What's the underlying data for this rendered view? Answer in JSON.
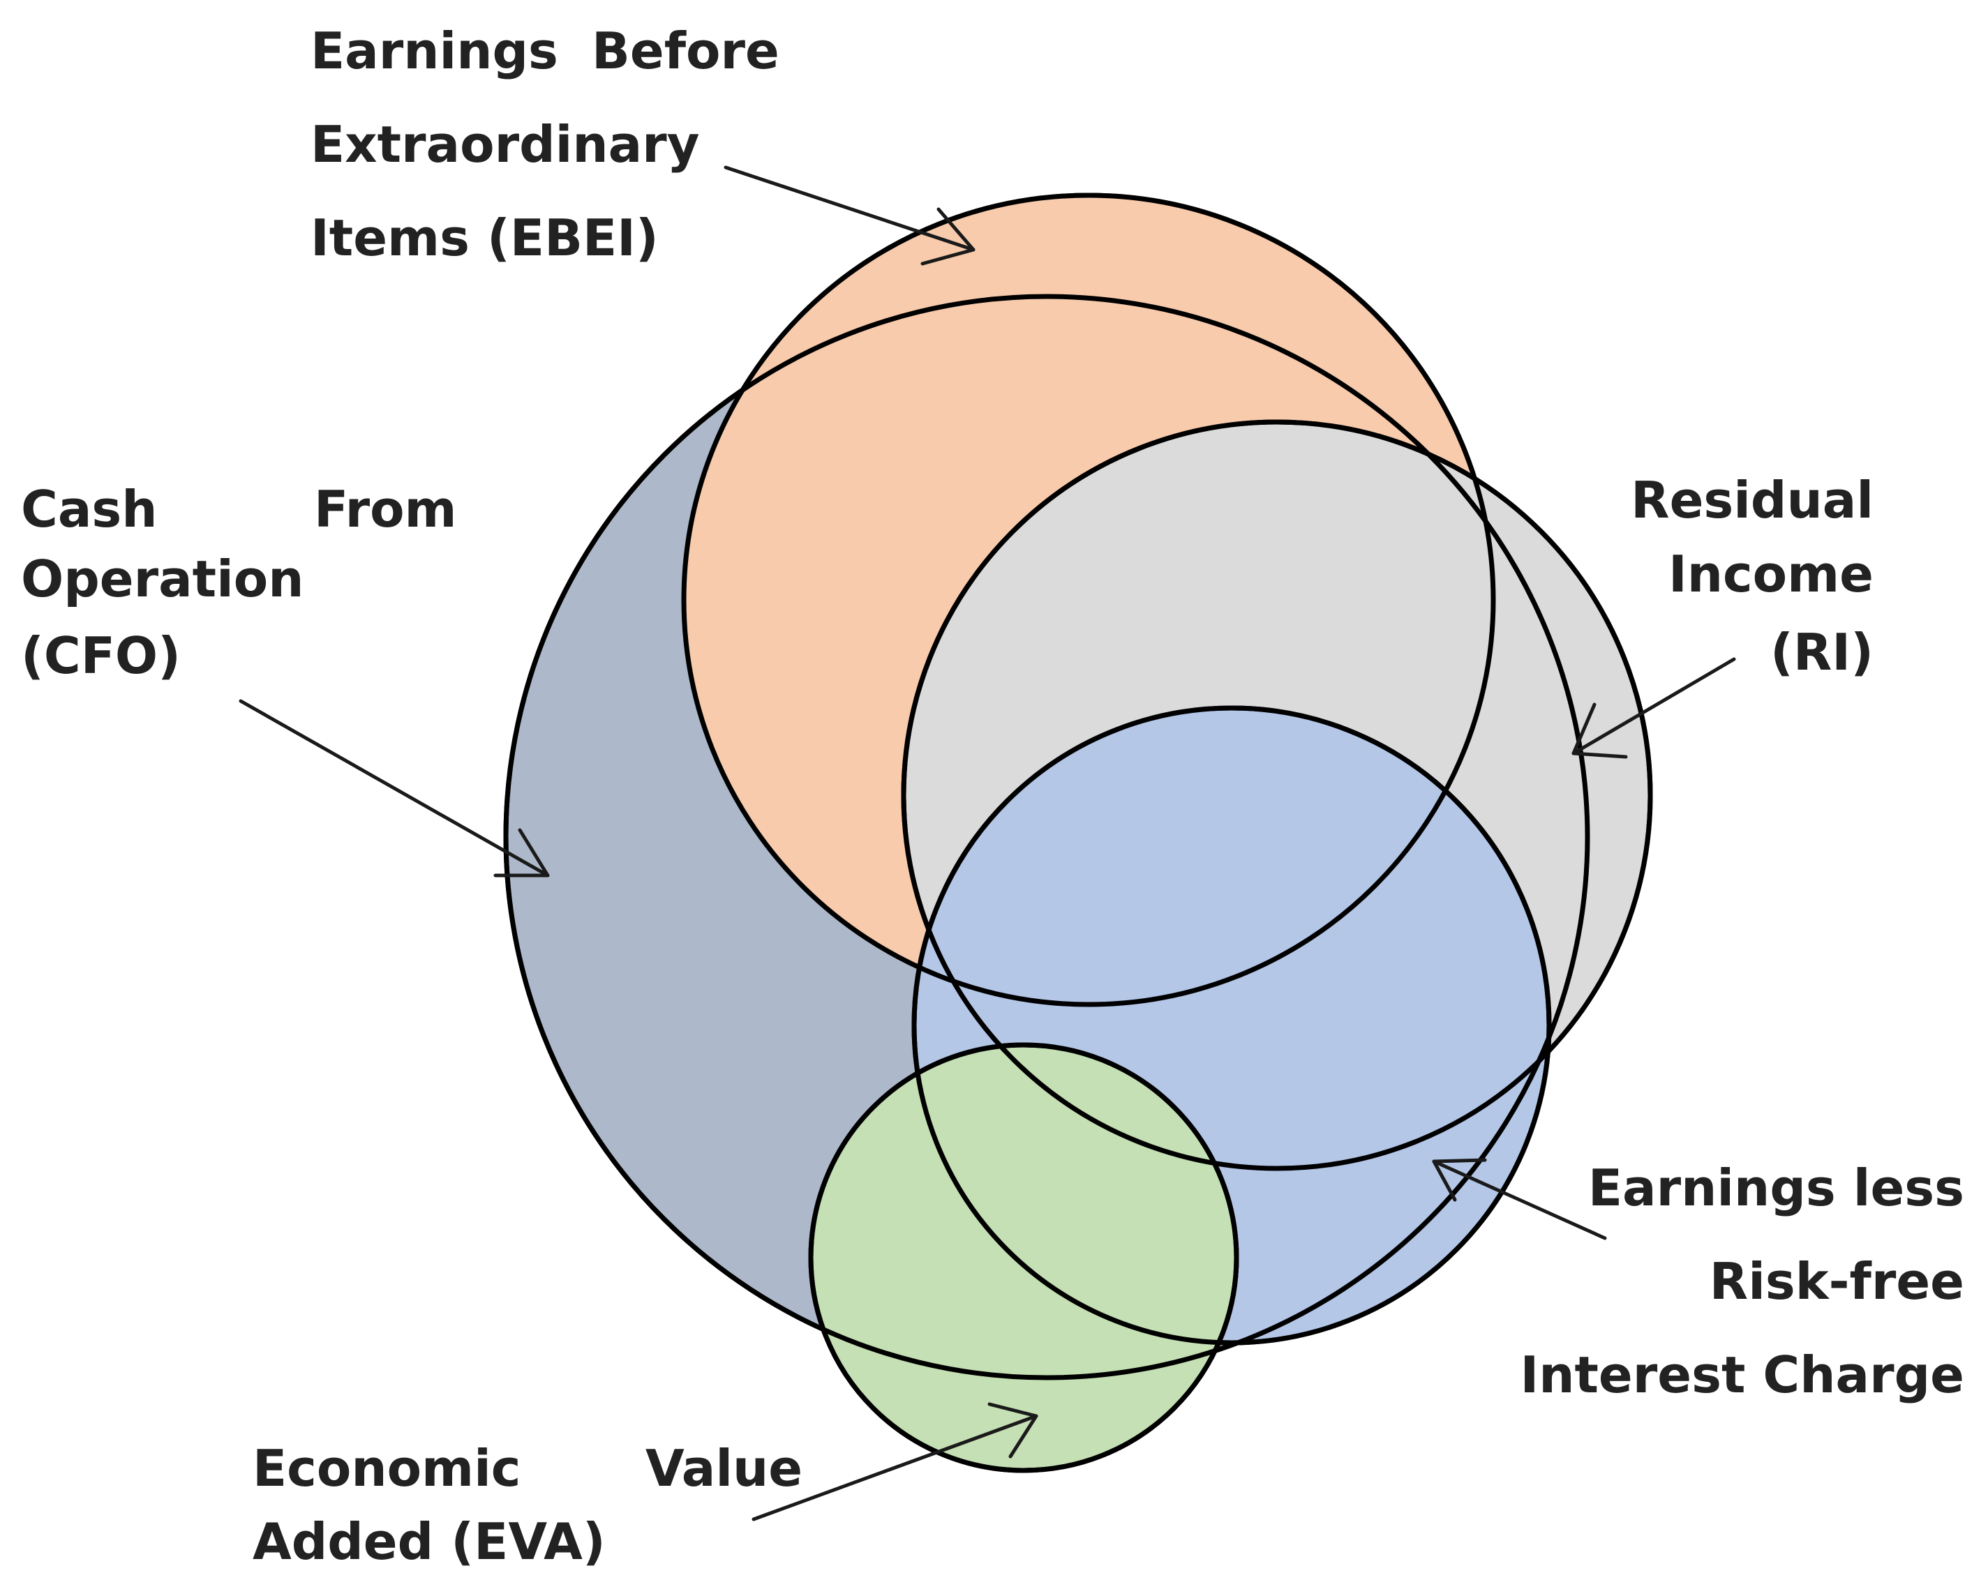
{
  "colors": {
    "cfo": "#adb9ca",
    "ebei": "#f8cbad",
    "ri": "#dbdbdb",
    "elrfic": "#b4c7e7",
    "eva": "#c5e0b4",
    "outline": "#000000",
    "text": "#222222"
  },
  "labels": {
    "ebei": {
      "line1a": "Earnings",
      "line1b": "Before",
      "line2": "Extraordinary",
      "line3": "Items (EBEI)"
    },
    "cfo": {
      "line1a": "Cash",
      "line1b": "From",
      "line2": "Operation",
      "line3": "(CFO)"
    },
    "ri": {
      "line1": "Residual",
      "line2": "Income",
      "line3": "(RI)"
    },
    "elrfic": {
      "line1": "Earnings less",
      "line2": "Risk-free",
      "line3": "Interest Charge"
    },
    "eva": {
      "line1a": "Economic",
      "line1b": "Value",
      "line2": "Added (EVA)"
    }
  }
}
